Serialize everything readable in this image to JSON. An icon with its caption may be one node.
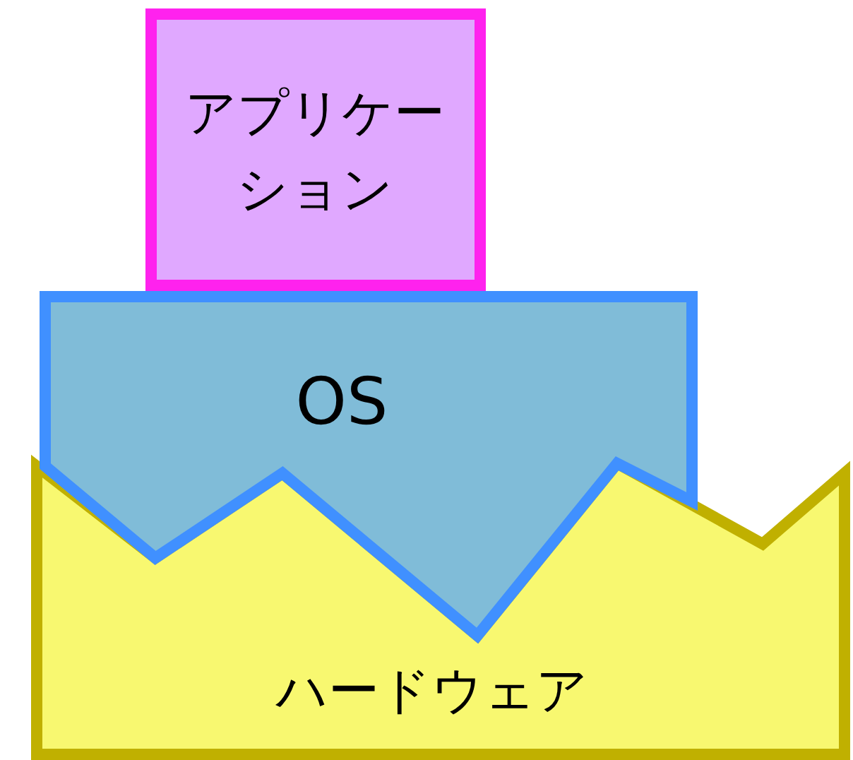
{
  "diagram": {
    "nodes": [
      {
        "text": [
          "アプリケーション"
        ]
      },
      {
        "text": [
          "OS"
        ]
      },
      {
        "text": [
          "ハードウェア"
        ]
      }
    ]
  }
}
